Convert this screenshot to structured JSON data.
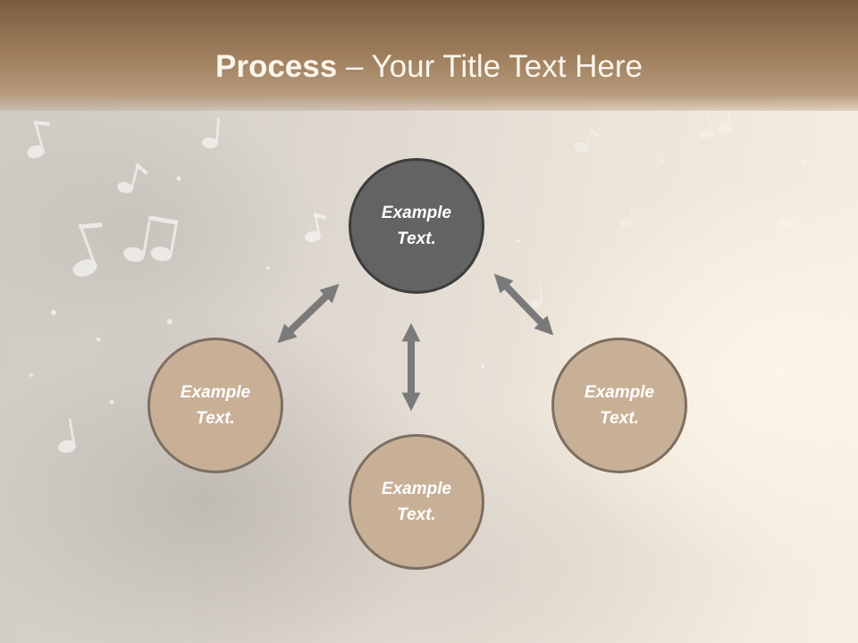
{
  "slide": {
    "title_bold": "Process",
    "title_rest": " – Your Title Text Here"
  },
  "nodes": {
    "top": {
      "line1": "Example",
      "line2": "Text."
    },
    "left": {
      "line1": "Example",
      "line2": "Text."
    },
    "right": {
      "line1": "Example",
      "line2": "Text."
    },
    "bottom": {
      "line1": "Example",
      "line2": "Text."
    }
  },
  "colors": {
    "node_fill": "#c8b096",
    "center_fill": "#636363",
    "arrow": "#7a7a7a",
    "header": "#8c6c4c"
  }
}
